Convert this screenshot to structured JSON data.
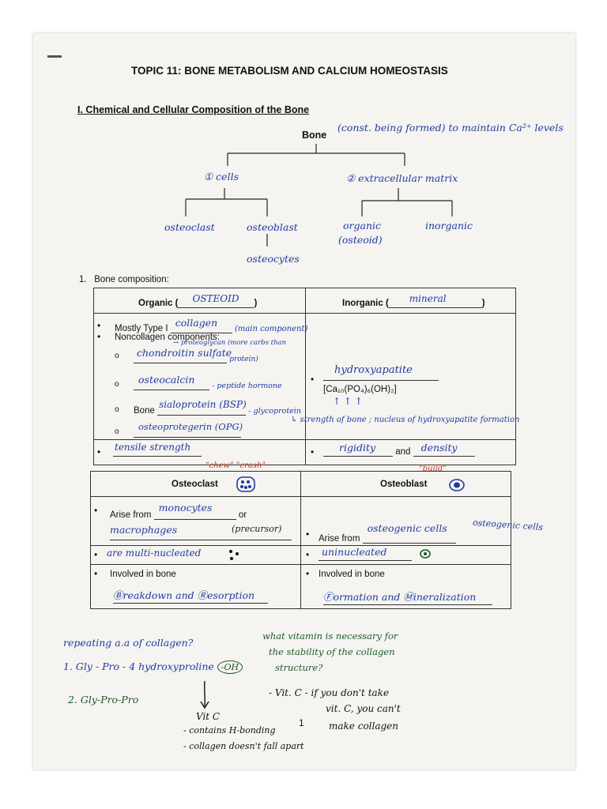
{
  "title": "TOPIC 11: BONE METABOLISM AND CALCIUM HOMEOSTASIS",
  "section_heading": "I. Chemical and Cellular Composition of the Bone",
  "diagram": {
    "root": "Bone",
    "root_note": "(const. being formed) to maintain Ca²⁺ levels",
    "cells": "① cells",
    "matrix": "② extracellular matrix",
    "osteoclast": "osteoclast",
    "osteoblast": "osteoblast",
    "osteocytes": "osteocytes",
    "organic": "organic",
    "organic_sub": "(osteoid)",
    "inorganic": "inorganic"
  },
  "composition": {
    "number": "1.",
    "label": "Bone composition:",
    "organic_header_pre": "Organic (",
    "organic_header_fill": "OSTEOID",
    "organic_header_post": ")",
    "inorganic_header_pre": "Inorganic (",
    "inorganic_header_fill": "mineral",
    "inorganic_header_post": ")",
    "mostly_type": "Mostly Type I",
    "mostly_type_fill": "collagen",
    "mostly_type_note": "(main component)",
    "noncollagen": "Noncollagen components:",
    "proteoglycan_note": "→ proteoglycan (more carbs than",
    "item1_fill": "chondroitin sulfate",
    "item1_note": "protein)",
    "item2_fill": "osteocalcin",
    "item2_note": "- peptide hormone",
    "item3_pre": "Bone",
    "item3_fill": "sialoprotein (BSP)",
    "item3_note": "- glycoprotein",
    "item4_fill": "osteoprotegerin (OPG)",
    "organic_last_fill": "tensile strength",
    "hydroxyapatite_fill": "hydroxyapatite",
    "formula": "[Ca₁₀(PO₄)₆(OH)₂]",
    "arrows": "↑   ↑   ↑",
    "strength_note": "↳ strength of bone ; nucleus of hydroxyapatite formation",
    "rigidity_fill": "rigidity",
    "and": "and",
    "density_fill": "density"
  },
  "cells_table": {
    "chew_note": "\"chew\" \"crash\"",
    "build_note": "\"build\"",
    "osteoclast_header": "Osteoclast",
    "osteoblast_header": "Osteoblast",
    "arise_from": "Arise from",
    "arise_fill1": "monocytes",
    "or": "or",
    "arise_fill2": "macrophages",
    "arise_note": "(precursor)",
    "multinucleated": "are multi-nucleated",
    "involved": "Involved in bone",
    "clast_involved_fill": "Ⓑreakdown and Ⓡesorption",
    "blast_arise_fill": "osteogenic cells",
    "blast_margin_note": "osteogenic cells",
    "uninucleated": "uninucleated",
    "blast_involved_fill": "Ⓕormation and Ⓜineralization"
  },
  "notes": {
    "q1": "repeating a.a of collagen?",
    "q1_a1_pre": "1. Gly - Pro - 4 hydroxyproline",
    "q1_a1_oh": "-OH",
    "q1_a2": "2. Gly-Pro-Pro",
    "vitc_label": "Vit C",
    "vitc_line1": "- contains H-bonding",
    "vitc_line2": "- collagen doesn't fall apart",
    "q2_line1": "what vitamin is necessary for",
    "q2_line2": "the stability of the collagen",
    "q2_line3": "structure?",
    "q2_a1": "- Vit. C - if you don't take",
    "q2_a2": "vit. C, you can't",
    "q2_a3": "make collagen"
  },
  "page_number": "1"
}
